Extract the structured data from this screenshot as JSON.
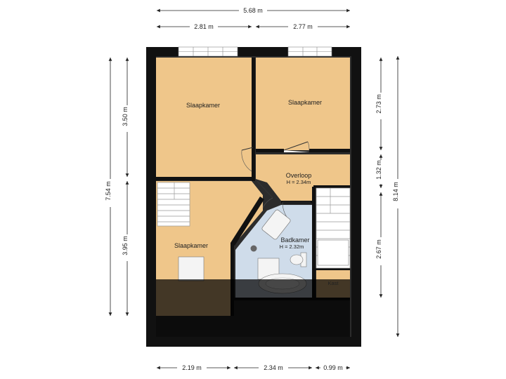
{
  "dimensions": {
    "top_total": "5.68 m",
    "top_left": "2.81 m",
    "top_right": "2.77 m",
    "left_outer": "7.54 m",
    "left_upper": "3.50 m",
    "left_lower": "3.95 m",
    "right_outer": "8.14 m",
    "right_upper": "2.73 m",
    "right_middle": "1.32 m",
    "right_lower": "2.67 m",
    "bottom_left": "2.19 m",
    "bottom_middle": "2.34 m",
    "bottom_right": "0.99 m"
  },
  "rooms": {
    "bedroom_top_left": {
      "label": "Slaapkamer"
    },
    "bedroom_top_right": {
      "label": "Slaapkamer"
    },
    "bedroom_bottom_left": {
      "label": "Slaapkamer"
    },
    "landing": {
      "label": "Overloop",
      "height": "H = 2.34m"
    },
    "bathroom": {
      "label": "Badkamer",
      "height": "H = 2.32m"
    },
    "closet": {
      "label": "Kast"
    }
  },
  "colors": {
    "wall": "#111111",
    "room_fill": "#efc68a",
    "bathroom_fill": "#cfdcea",
    "closet_fill": "#efc68a",
    "shadow": "#3a3a3a"
  }
}
